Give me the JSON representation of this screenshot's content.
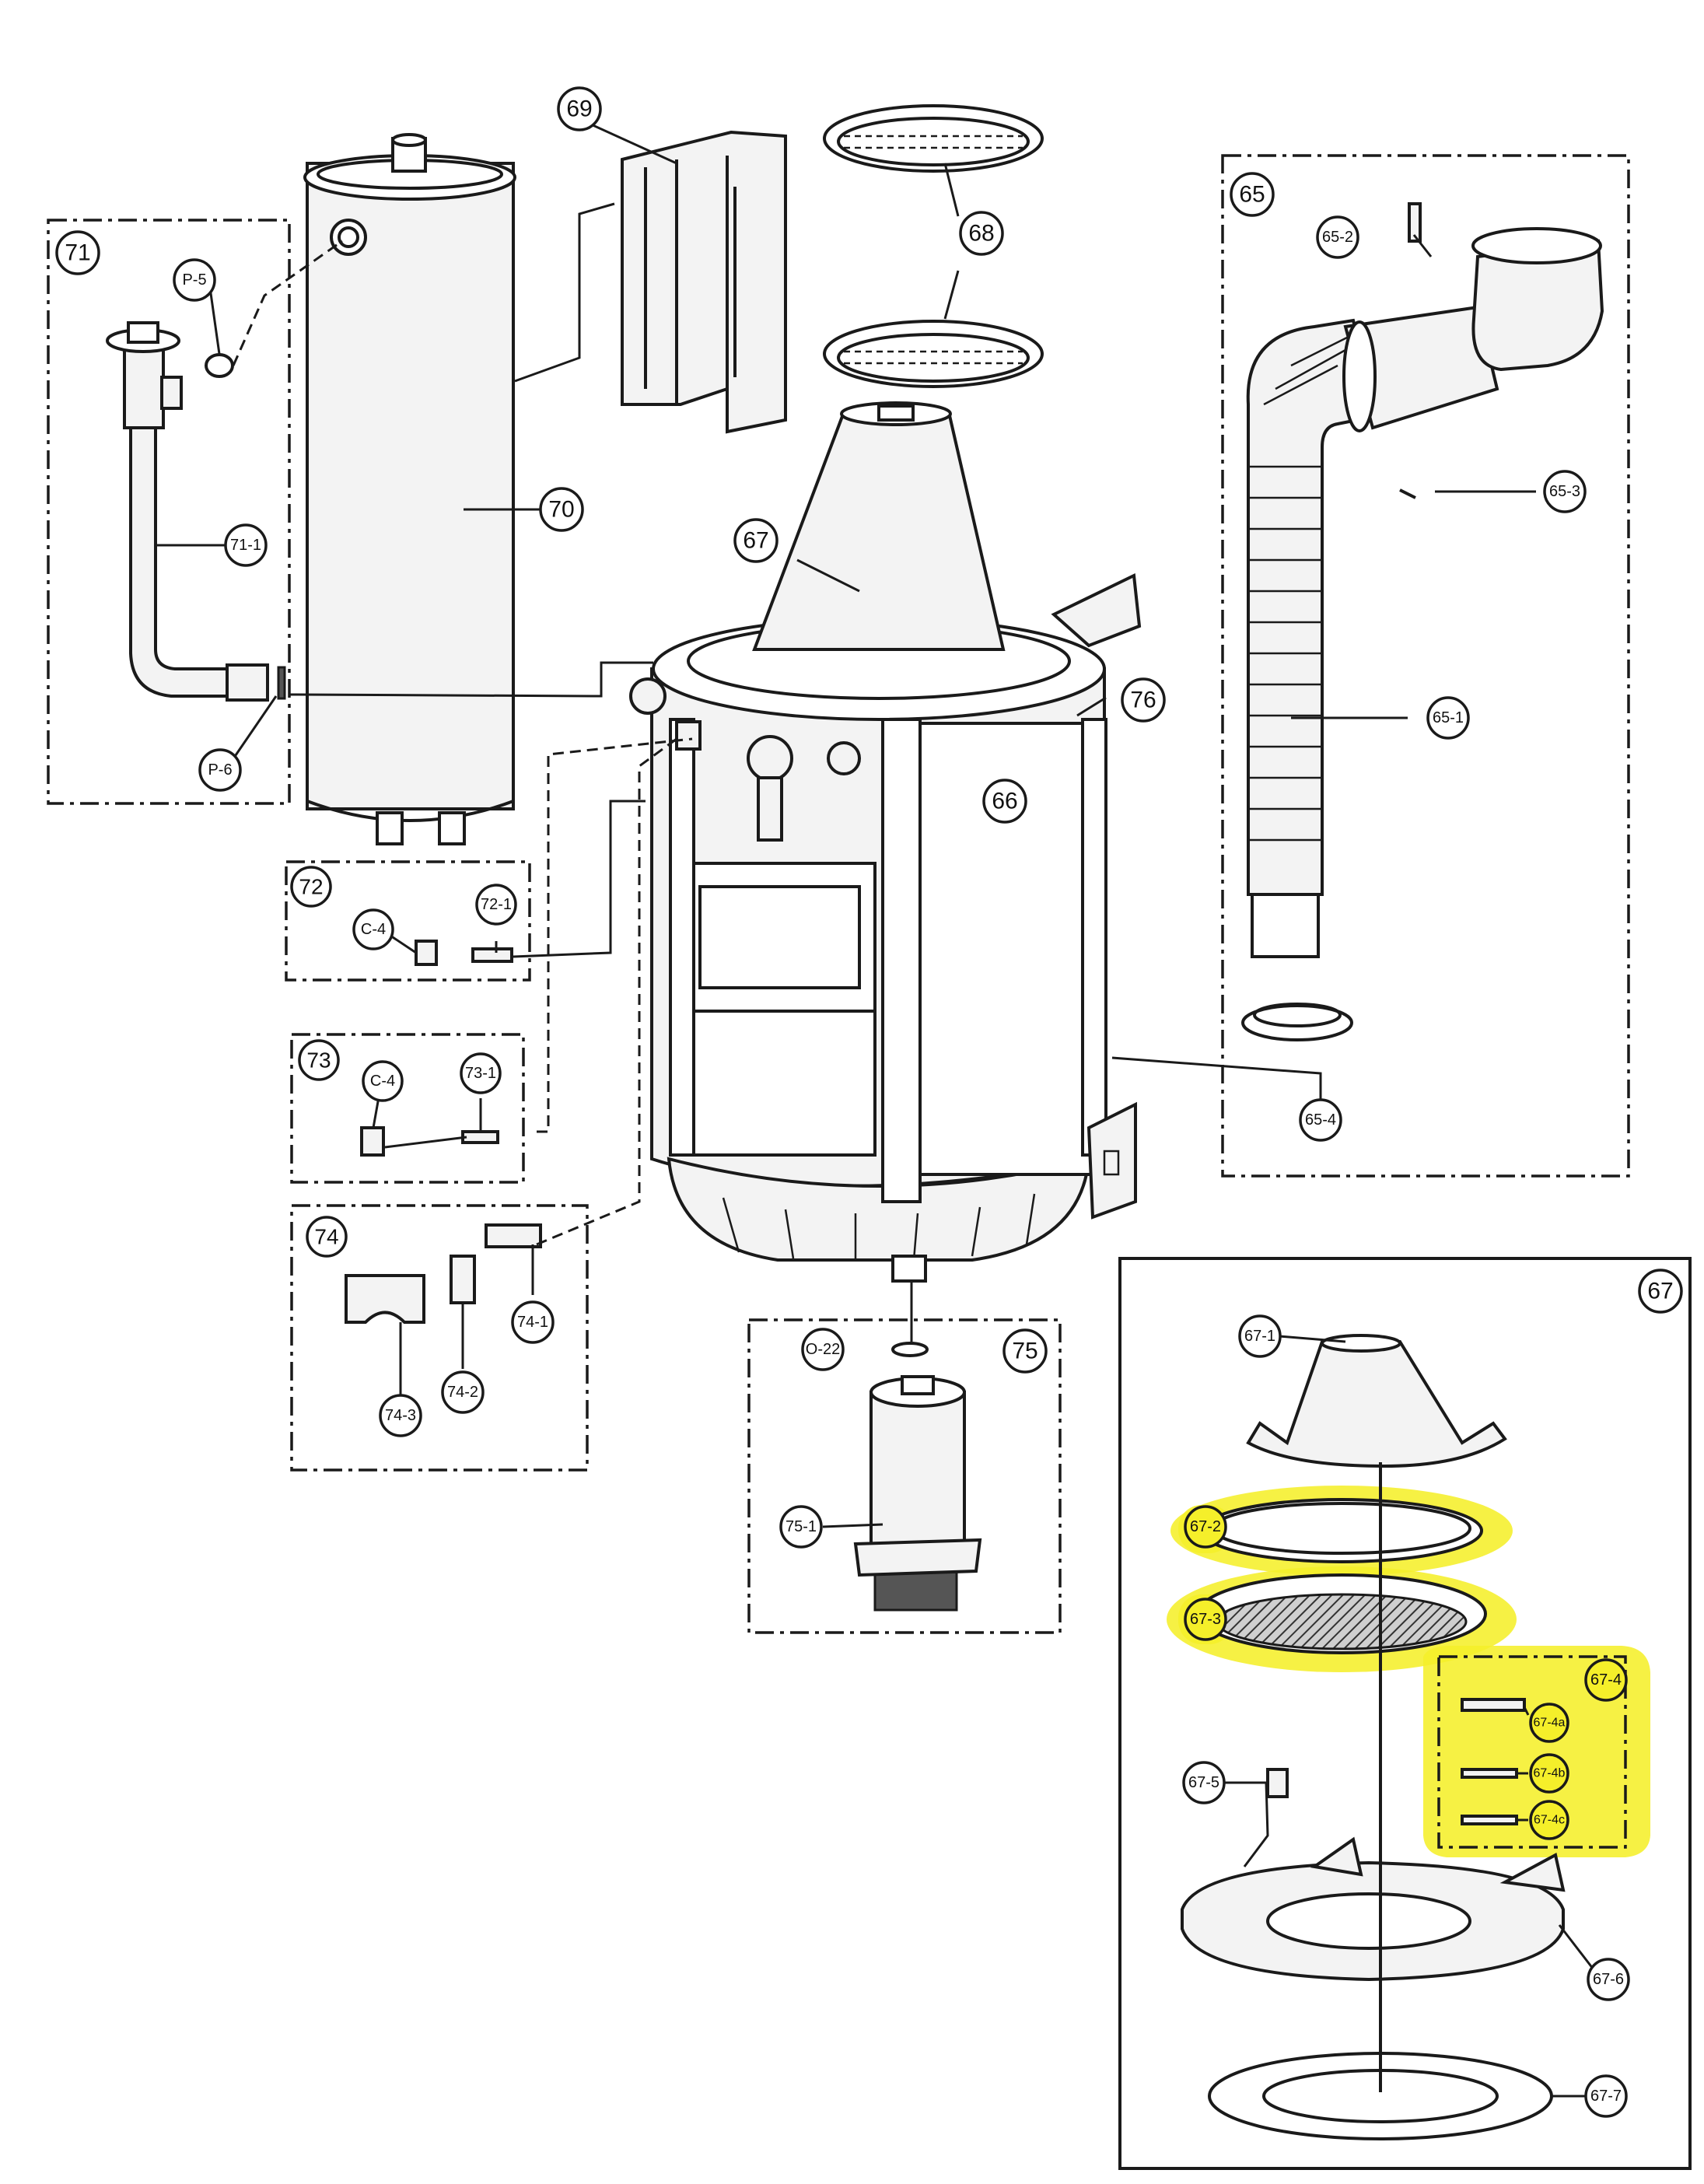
{
  "callouts": {
    "c65": "65",
    "c65_1": "65-1",
    "c65_2": "65-2",
    "c65_3": "65-3",
    "c65_4": "65-4",
    "c66": "66",
    "c67": "67",
    "c67_box": "67",
    "c67_1": "67-1",
    "c67_2": "67-2",
    "c67_3": "67-3",
    "c67_4": "67-4",
    "c67_4a": "67-4a",
    "c67_4b": "67-4b",
    "c67_4c": "67-4c",
    "c67_5": "67-5",
    "c67_6": "67-6",
    "c67_7": "67-7",
    "c68": "68",
    "c69": "69",
    "c70": "70",
    "c71": "71",
    "c71_1": "71-1",
    "c72": "72",
    "c72_1": "72-1",
    "c73": "73",
    "c73_1": "73-1",
    "c74": "74",
    "c74_1": "74-1",
    "c74_2": "74-2",
    "c74_3": "74-3",
    "c75": "75",
    "c75_1": "75-1",
    "c76": "76",
    "cP5": "P-5",
    "cP6": "P-6",
    "cC4a": "C-4",
    "cC4b": "C-4",
    "cO22": "O-22"
  },
  "highlight_color": "#f5ef2a",
  "highlighted_parts": [
    "67-2",
    "67-3",
    "67-4"
  ]
}
